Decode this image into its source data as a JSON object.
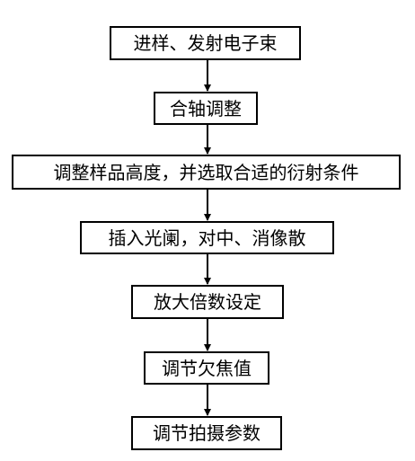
{
  "flowchart": {
    "steps": [
      {
        "label": "进样、发射电子束"
      },
      {
        "label": "合轴调整"
      },
      {
        "label": "调整样品高度，并选取合适的衍射条件"
      },
      {
        "label": "插入光阑，对中、消像散"
      },
      {
        "label": "放大倍数设定"
      },
      {
        "label": "调节欠焦值"
      },
      {
        "label": "调节拍摄参数"
      }
    ],
    "colors": {
      "line": "#000000",
      "box_border": "#000000",
      "background": "#ffffff"
    }
  }
}
